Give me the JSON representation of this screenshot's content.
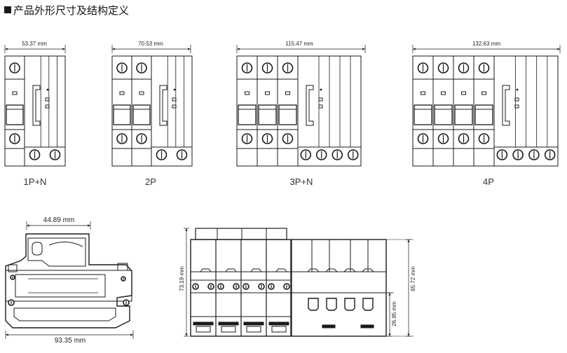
{
  "header": {
    "title": "产品外形尺寸及结构定义"
  },
  "variants": [
    {
      "dim": "53.37 mm",
      "caption": "1P+N"
    },
    {
      "dim": "70.53 mm",
      "caption": "2P"
    },
    {
      "dim": "115.47 mm",
      "caption": "3P+N"
    },
    {
      "dim": "132.63 mm",
      "caption": "4P"
    }
  ],
  "side_view": {
    "top_dim": "44.89 mm",
    "bottom_dim": "93.35 mm"
  },
  "front_view": {
    "height_total": "73.19 mm",
    "height_body": "65.72 mm",
    "height_lower": "26.95 mm"
  },
  "colors": {
    "line": "#1a1a1a",
    "dim_line": "#333333"
  }
}
